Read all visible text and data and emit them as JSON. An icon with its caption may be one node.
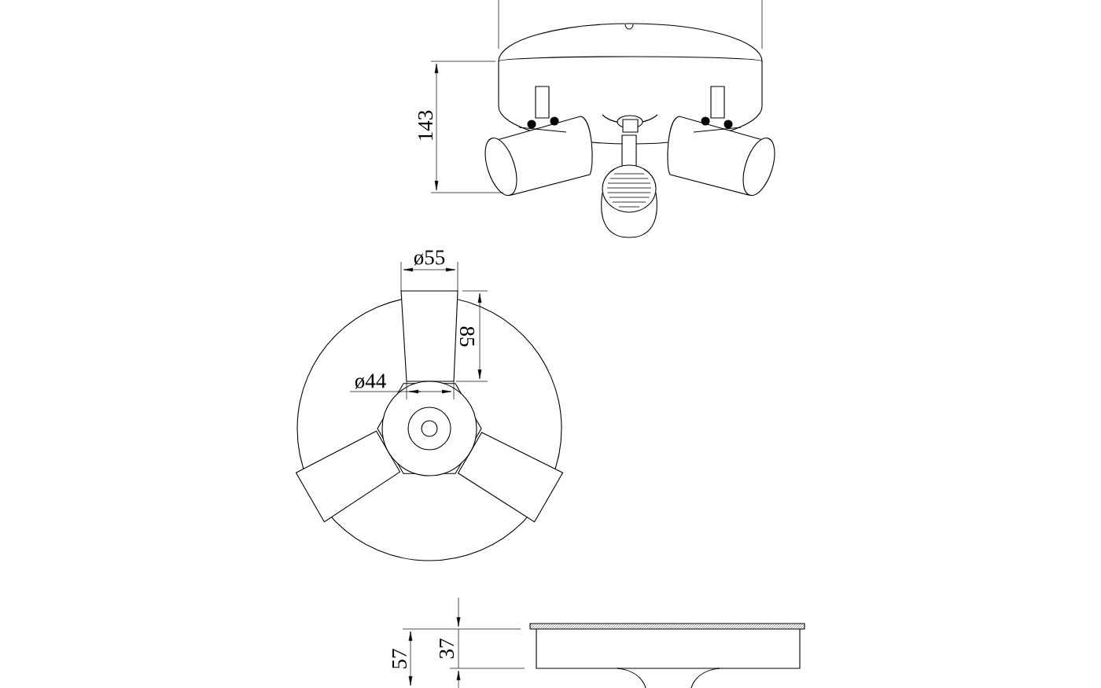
{
  "diagram": {
    "labels": [
      "143",
      "ø55",
      "85",
      "ø44",
      "57",
      "37"
    ]
  }
}
